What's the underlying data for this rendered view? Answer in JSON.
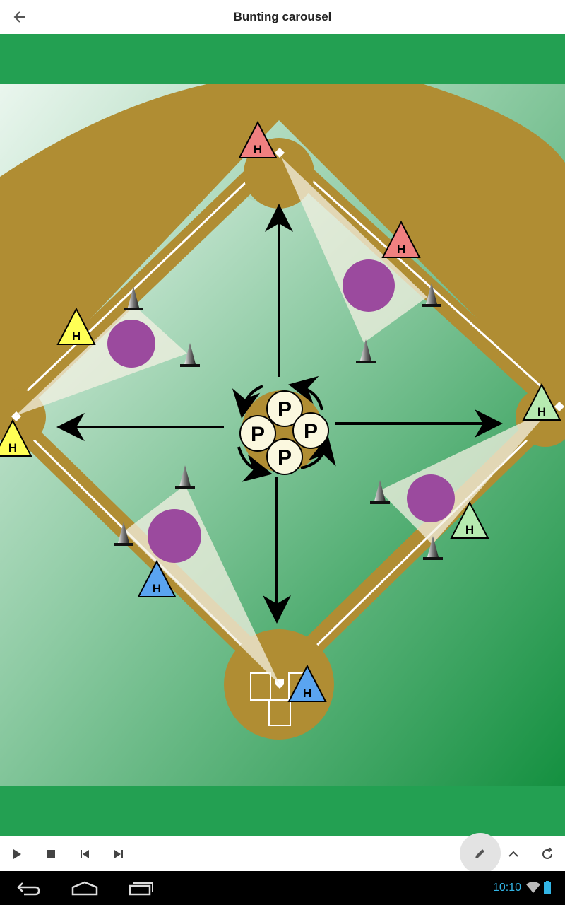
{
  "app_bar": {
    "title": "Bunting carousel",
    "back_icon": "arrow-left-icon"
  },
  "diagram": {
    "colors": {
      "grass": "#5eae7e",
      "dirt": "#b08d33",
      "foul_line": "#ffffff",
      "target_zone": "#9b4a9e",
      "band": "#23a052"
    },
    "hitter_label": "H",
    "pitcher_label": "P",
    "hitters": [
      {
        "team": "red",
        "color": "#f08080"
      },
      {
        "team": "red",
        "color": "#f08080"
      },
      {
        "team": "yellow",
        "color": "#ffff55"
      },
      {
        "team": "yellow",
        "color": "#ffff55"
      },
      {
        "team": "green",
        "color": "#b6eab0"
      },
      {
        "team": "green",
        "color": "#b6eab0"
      },
      {
        "team": "blue",
        "color": "#5aa4f0"
      },
      {
        "team": "blue",
        "color": "#5aa4f0"
      }
    ]
  },
  "controls": {
    "play_icon": "play-icon",
    "stop_icon": "stop-icon",
    "previous_icon": "skip-previous-icon",
    "next_icon": "skip-next-icon",
    "edit_icon": "pencil-icon",
    "expand_icon": "chevron-up-icon",
    "loop_icon": "loop-icon"
  },
  "system_bar": {
    "time": "10:10",
    "wifi_icon": "wifi-icon",
    "battery_icon": "battery-icon"
  }
}
